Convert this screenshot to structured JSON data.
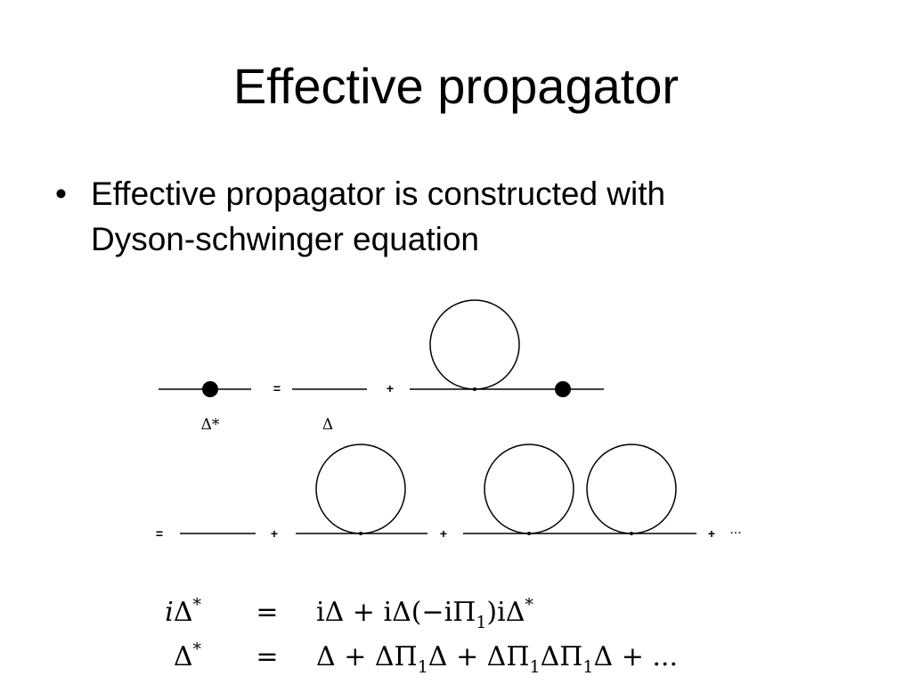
{
  "slide": {
    "title": "Effective propagator",
    "bullets": [
      {
        "marker": "•",
        "text_line1": "Effective propagator is constructed with",
        "text_line2": "Dyson-schwinger equation"
      }
    ]
  },
  "diagram": {
    "row1": {
      "lhs_label": "Δ*",
      "equals": "=",
      "plus": "+",
      "bare_label": "Δ"
    },
    "row2": {
      "equals": "=",
      "plus1": "+",
      "plus2": "+",
      "plus3": "+",
      "ellipsis": "···"
    }
  },
  "equations": {
    "eq1": {
      "lhs_i": "i",
      "lhs_delta": "Δ",
      "lhs_star": "*",
      "equals": "=",
      "rhs": "iΔ + iΔ(−iΠ",
      "rhs_sub": "1",
      "rhs_end": ")iΔ",
      "rhs_star": "*"
    },
    "eq2": {
      "lhs_delta": "Δ",
      "lhs_star": "*",
      "equals": "=",
      "t1": "Δ + ΔΠ",
      "s1": "1",
      "t2": "Δ + ΔΠ",
      "s2": "1",
      "t3": "ΔΠ",
      "s3": "1",
      "t4": "Δ + ..."
    }
  }
}
